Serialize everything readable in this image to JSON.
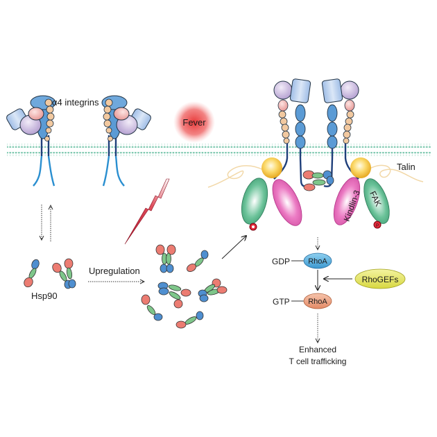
{
  "title": "Fever-induced Hsp90 upregulation promotes alpha4 integrin activation and T cell trafficking",
  "labels": {
    "alpha4_integrins": "α4 integrins",
    "fever": "Fever",
    "talin": "Talin",
    "kindlin3": "Kindlin-3",
    "fak": "FAK",
    "hsp90": "Hsp90",
    "upregulation": "Upregulation",
    "gdp": "GDP",
    "gtp": "GTP",
    "rhoa_gdp": "RhoA",
    "rhoa_gtp": "RhoA",
    "rhogefs": "RhoGEFs",
    "outcome_line1": "Enhanced",
    "outcome_line2": "T cell trafficking",
    "phospho": "P"
  },
  "colors": {
    "membrane": "#7fc9b0",
    "integrin_blue": "#5b9bd5",
    "integrin_dark": "#1f3f7a",
    "bead_tan": "#f2c9a0",
    "head_purple": "#c9b8dc",
    "head_pink": "#f0b3b0",
    "hsp90_red": "#ec7c72",
    "hsp90_green": "#7ec68a",
    "hsp90_blue": "#4f8fd0",
    "talin_yellow": "#f7c844",
    "kindlin_pink": "#e45db0",
    "fak_green": "#5bb889",
    "rhoa_gdp": "#5ab0e0",
    "rhoa_gtp": "#eea383",
    "rhogefs": "#e8e860",
    "fever_red": "#e83a3a"
  }
}
